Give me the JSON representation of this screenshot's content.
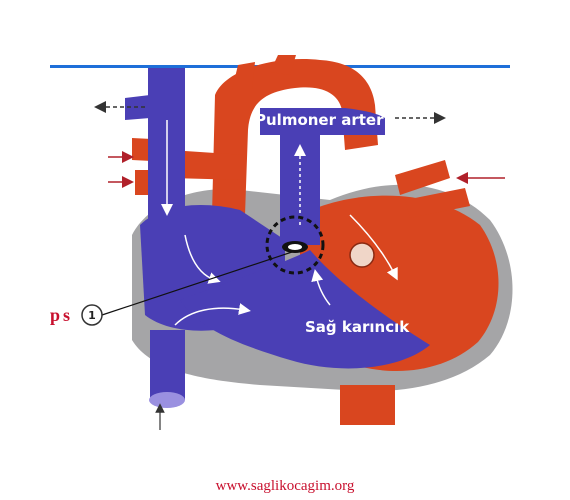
{
  "labels": {
    "pulmonary_artery": "Pulmoner arter",
    "right_ventricle": "Sağ karıncık",
    "marker_ps": "ps",
    "marker_number": "1"
  },
  "footer": {
    "url": "www.saglikocagim.org"
  },
  "colors": {
    "deoxygenated": "#4a3fb5",
    "oxygenated": "#d9461f",
    "wall": "#a5a5a7",
    "top_rule": "#1e6fd9",
    "label_accent": "#c8102e"
  }
}
